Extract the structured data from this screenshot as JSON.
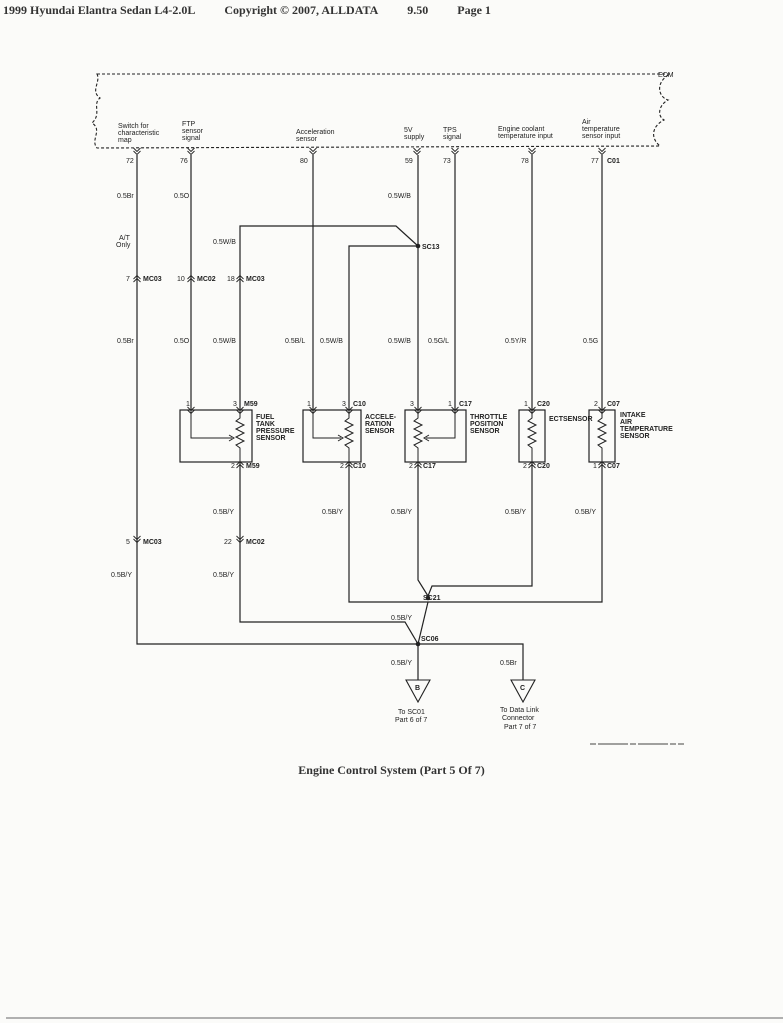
{
  "header": {
    "vehicle": "1999 Hyundai Elantra Sedan L4-2.0L",
    "copyright": "Copyright © 2007, ALLDATA",
    "version": "9.50",
    "page": "Page 1"
  },
  "ecm": {
    "label": "ECM",
    "pins": [
      {
        "label": [
          "Switch for",
          "characteristic",
          "map"
        ],
        "pin": "72"
      },
      {
        "label": [
          "FTP",
          "sensor",
          "signal"
        ],
        "pin": "76"
      },
      {
        "label": [
          "Acceleration",
          "sensor"
        ],
        "pin": "80"
      },
      {
        "label": [
          "5V",
          "supply"
        ],
        "pin": "59"
      },
      {
        "label": [
          "TPS",
          "signal"
        ],
        "pin": "73"
      },
      {
        "label": [
          "Engine coolant",
          "temperature input"
        ],
        "pin": "78"
      },
      {
        "label": [
          "Air",
          "temperature",
          "sensor input"
        ],
        "pin": "77",
        "connector": "C01"
      }
    ]
  },
  "wires": {
    "w72_top": "0.5Br",
    "w76_top": "0.5O",
    "w59_top": "0.5W/B",
    "w76_sc13": "0.5W/B",
    "w72_bot": "0.5Br",
    "w76_bot": "0.5O",
    "w3_bot": "0.5W/B",
    "w80": "0.5B/L",
    "w_c10_3": "0.5W/B",
    "w59_bot": "0.5W/B",
    "w73": "0.5G/L",
    "w78": "0.5Y/R",
    "w77": "0.5G",
    "w_m59_2": "0.5B/Y",
    "w_c10_2": "0.5B/Y",
    "w_c17_2": "0.5B/Y",
    "w_c20_2": "0.5B/Y",
    "w_c07_1": "0.5B/Y",
    "w_mc03_5": "0.5B/Y",
    "w_mc02_22": "0.5B/Y",
    "w_sc21": "0.5B/Y",
    "w_sc06": "0.5B/Y",
    "w_dlc": "0.5Br"
  },
  "notes": {
    "at_only": [
      "A/T",
      "Only"
    ]
  },
  "connectors": {
    "mc03_7": {
      "pin": "7",
      "name": "MC03"
    },
    "mc02_10": {
      "pin": "10",
      "name": "MC02"
    },
    "mc03_18": {
      "pin": "18",
      "name": "MC03"
    },
    "mc03_5": {
      "pin": "5",
      "name": "MC03"
    },
    "mc02_22": {
      "pin": "22",
      "name": "MC02"
    }
  },
  "splices": {
    "sc13": "SC13",
    "sc21": "SC21",
    "sc06": "SC06"
  },
  "sensors": [
    {
      "name": [
        "FUEL",
        "TANK",
        "PRESSURE",
        "SENSOR"
      ],
      "top_pins": [
        "1",
        "3"
      ],
      "top_conn": "M59",
      "bot_pin": "2",
      "bot_conn": "M59"
    },
    {
      "name": [
        "ACCELE-",
        "RATION",
        "SENSOR"
      ],
      "top_pins": [
        "1",
        "3"
      ],
      "top_conn": "C10",
      "bot_pin": "2",
      "bot_conn": "C10"
    },
    {
      "name": [
        "THROTTLE",
        "POSITION",
        "SENSOR"
      ],
      "top_pins": [
        "3",
        "1"
      ],
      "top_conn": "C17",
      "bot_pin": "2",
      "bot_conn": "C17"
    },
    {
      "name": [
        "ECT",
        "SENSOR"
      ],
      "top_pins": [
        "1"
      ],
      "top_conn": "C20",
      "bot_pin": "2",
      "bot_conn": "C20"
    },
    {
      "name": [
        "INTAKE",
        "AIR",
        "TEMPERATURE",
        "SENSOR"
      ],
      "top_pins": [
        "2"
      ],
      "top_conn": "C07",
      "bot_pin": "1",
      "bot_conn": "C07"
    }
  ],
  "refs": [
    {
      "letter": "B",
      "lines": [
        "To SC01",
        "Part 6 of  7"
      ]
    },
    {
      "letter": "C",
      "lines": [
        "To Data Link",
        "Connector",
        "Part 7 of 7"
      ]
    }
  ],
  "caption": "Engine Control System (Part 5 Of 7)"
}
